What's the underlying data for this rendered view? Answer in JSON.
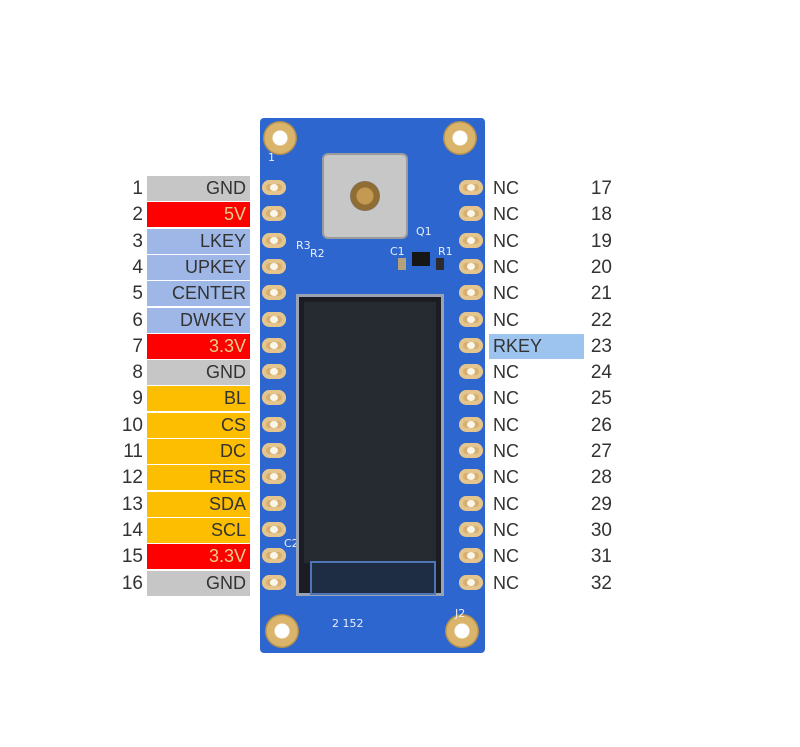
{
  "colors": {
    "gray": "#c6c6c6",
    "red": "#fd0000",
    "blue": "#9eb7e6",
    "orange": "#fdbd00",
    "rkey_blue": "#9dc4ee",
    "board": "#2e66cf"
  },
  "left_pins": [
    {
      "num": "1",
      "label": "GND",
      "color": "gray"
    },
    {
      "num": "2",
      "label": "5V",
      "color": "red"
    },
    {
      "num": "3",
      "label": "LKEY",
      "color": "blue"
    },
    {
      "num": "4",
      "label": "UPKEY",
      "color": "blue"
    },
    {
      "num": "5",
      "label": "CENTER",
      "color": "blue"
    },
    {
      "num": "6",
      "label": "DWKEY",
      "color": "blue"
    },
    {
      "num": "7",
      "label": "3.3V",
      "color": "red"
    },
    {
      "num": "8",
      "label": "GND",
      "color": "gray"
    },
    {
      "num": "9",
      "label": "BL",
      "color": "orange"
    },
    {
      "num": "10",
      "label": "CS",
      "color": "orange"
    },
    {
      "num": "11",
      "label": "DC",
      "color": "orange"
    },
    {
      "num": "12",
      "label": "RES",
      "color": "orange"
    },
    {
      "num": "13",
      "label": "SDA",
      "color": "orange"
    },
    {
      "num": "14",
      "label": "SCL",
      "color": "orange"
    },
    {
      "num": "15",
      "label": "3.3V",
      "color": "red"
    },
    {
      "num": "16",
      "label": "GND",
      "color": "gray"
    }
  ],
  "right_pins": [
    {
      "num": "17",
      "label": "NC"
    },
    {
      "num": "18",
      "label": "NC"
    },
    {
      "num": "19",
      "label": "NC"
    },
    {
      "num": "20",
      "label": "NC"
    },
    {
      "num": "21",
      "label": "NC"
    },
    {
      "num": "22",
      "label": "NC"
    },
    {
      "num": "23",
      "label": "RKEY",
      "color": "rkey_blue"
    },
    {
      "num": "24",
      "label": "NC"
    },
    {
      "num": "25",
      "label": "NC"
    },
    {
      "num": "26",
      "label": "NC"
    },
    {
      "num": "27",
      "label": "NC"
    },
    {
      "num": "28",
      "label": "NC"
    },
    {
      "num": "29",
      "label": "NC"
    },
    {
      "num": "30",
      "label": "NC"
    },
    {
      "num": "31",
      "label": "NC"
    },
    {
      "num": "32",
      "label": "NC"
    }
  ],
  "board": {
    "silk_r3": "R3",
    "silk_r2": "R2",
    "silk_c1": "C1",
    "silk_q1": "Q1",
    "silk_r1": "R1",
    "silk_c2": "C2",
    "silk_j2": "J2",
    "silk_code": "2 152",
    "silk_corner": "1"
  }
}
